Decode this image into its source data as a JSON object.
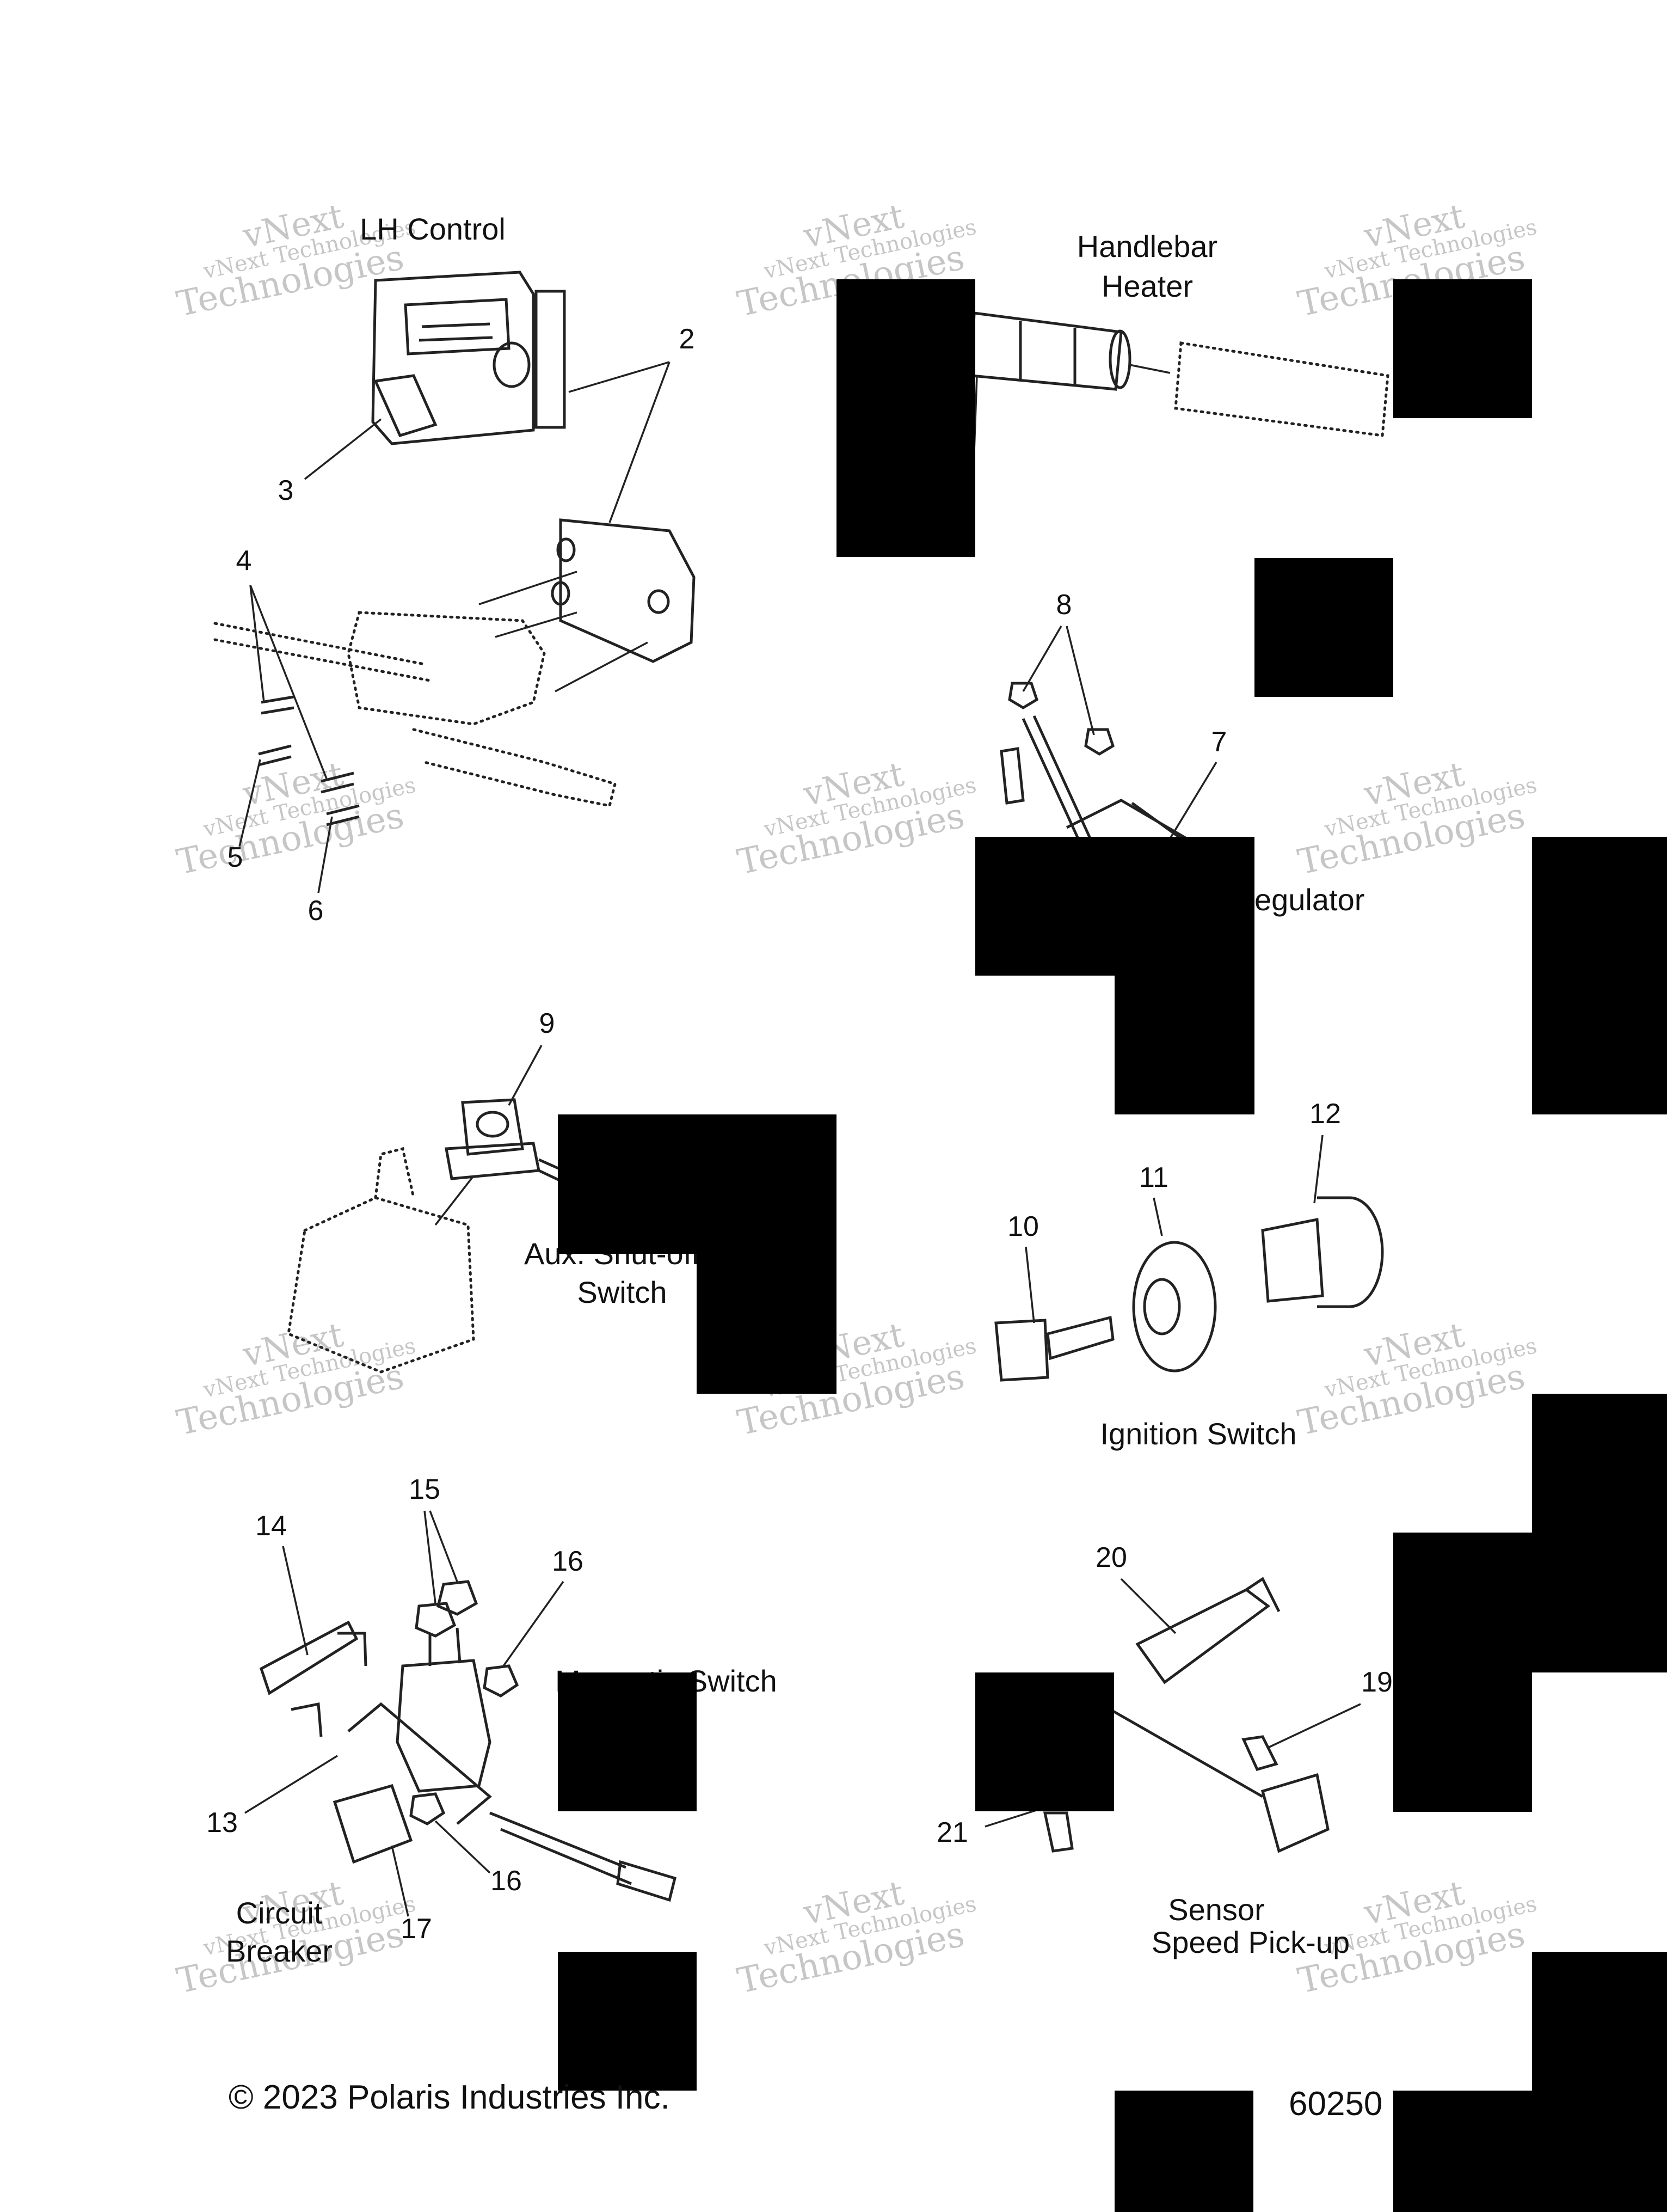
{
  "sections": {
    "lh_control": "LH Control",
    "handlebar_heater": [
      "Handlebar",
      "Heater"
    ],
    "regulator": "egulator",
    "aux_shutoff": [
      "Aux. Shut-off",
      "Switch"
    ],
    "ignition_switch": "Ignition Switch",
    "magnetic_switch": "Magnetic Switch",
    "circuit_breaker": [
      "Circuit",
      "Breaker"
    ],
    "speed_sensor": [
      "Sensor",
      "Speed Pick-up"
    ]
  },
  "callouts": [
    "2",
    "3",
    "4",
    "5",
    "6",
    "7",
    "8",
    "9",
    "10",
    "11",
    "12",
    "13",
    "14",
    "15",
    "16",
    "16",
    "17",
    "19",
    "20",
    "21"
  ],
  "watermark": {
    "line1": "vNext",
    "line2": "vNext Technologies",
    "line3": "Technologies"
  },
  "footer": {
    "copyright": "© 2023 Polaris Industries Inc.",
    "drawing_number": "60250"
  },
  "colors": {
    "ink": "#111111",
    "watermark": "#b4b4b4",
    "redaction": "#000000"
  }
}
